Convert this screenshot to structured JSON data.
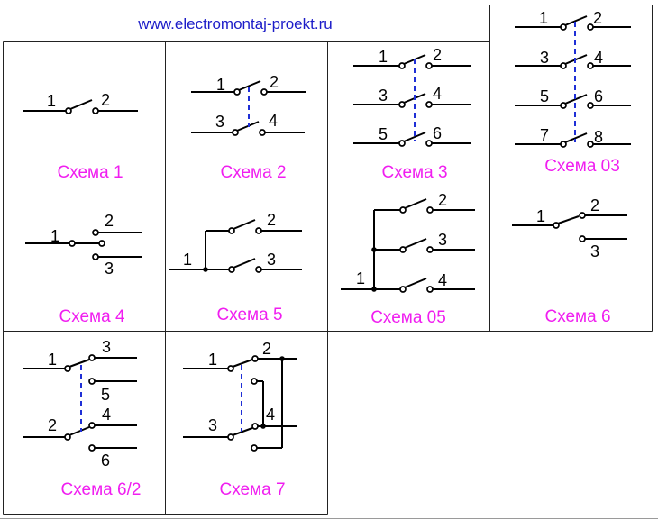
{
  "site_url": "www.electromontaj-proekt.ru",
  "colors": {
    "wire": "#000000",
    "mechanical-link": "#1f2fd6",
    "caption": "#f01ef0",
    "url": "#1c1cc8",
    "grid": "#222222"
  },
  "schemes": [
    {
      "caption": "Схема 1",
      "terminals": [
        "1",
        "2"
      ]
    },
    {
      "caption": "Схема 2",
      "terminals": [
        "1",
        "2",
        "3",
        "4"
      ]
    },
    {
      "caption": "Схема 3",
      "terminals": [
        "1",
        "2",
        "3",
        "4",
        "5",
        "6"
      ]
    },
    {
      "caption": "Схема 03",
      "terminals": [
        "1",
        "2",
        "3",
        "4",
        "5",
        "6",
        "7",
        "8"
      ]
    },
    {
      "caption": "Схема 4",
      "terminals": [
        "1",
        "2",
        "3"
      ]
    },
    {
      "caption": "Схема 5",
      "terminals": [
        "1",
        "2",
        "3"
      ]
    },
    {
      "caption": "Схема 05",
      "terminals": [
        "1",
        "2",
        "3",
        "4"
      ]
    },
    {
      "caption": "Схема 6",
      "terminals": [
        "1",
        "2",
        "3"
      ]
    },
    {
      "caption": "Схема 6/2",
      "terminals": [
        "1",
        "2",
        "3",
        "4",
        "5",
        "6"
      ]
    },
    {
      "caption": "Схема 7",
      "terminals": [
        "1",
        "2",
        "3",
        "4"
      ]
    }
  ]
}
